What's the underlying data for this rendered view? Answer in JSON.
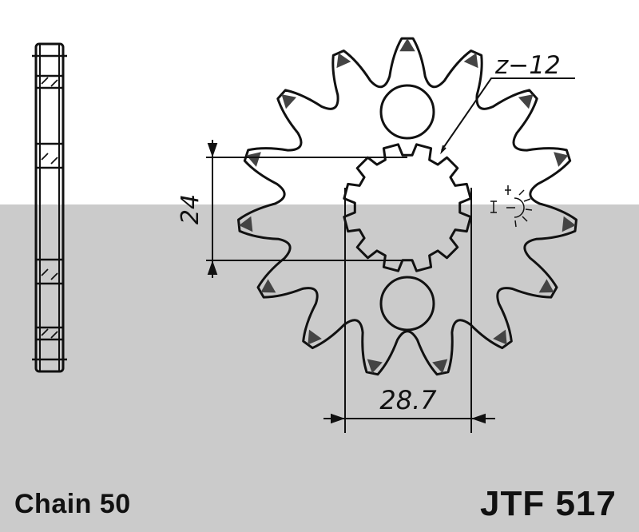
{
  "drawing": {
    "teeth_label": "z−12",
    "dimension_height": "24",
    "dimension_width": "28.7",
    "line_color": "#111111",
    "background_band_color": "#cbcbcb",
    "outer_teeth": 15,
    "inner_splines": 12
  },
  "footer": {
    "chain_label": "Chain 50",
    "part_number": "JTF 517"
  }
}
